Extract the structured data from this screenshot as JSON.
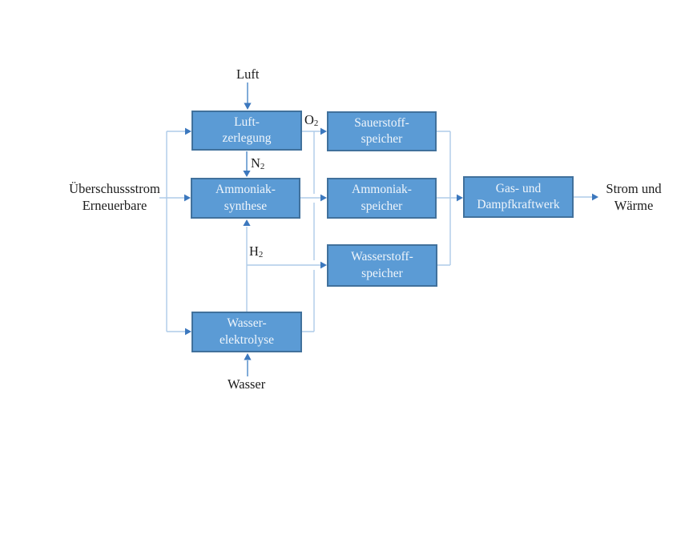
{
  "colors": {
    "box_fill": "#5B9BD5",
    "box_border": "#41719C",
    "box_text": "#EFF5FB",
    "line_light": "#AECBE8",
    "line_medium": "#6096CE",
    "arrowhead": "#3C78BE",
    "label_text": "#1C1C1C",
    "background": "#FFFFFF"
  },
  "boxes": {
    "luftzerlegung": {
      "line1": "Luft-",
      "line2": "zerlegung"
    },
    "ammoniaksynthese": {
      "line1": "Ammoniak-",
      "line2": "synthese"
    },
    "wasserelektrolyse": {
      "line1": "Wasser-",
      "line2": "elektrolyse"
    },
    "sauerstoffspeicher": {
      "line1": "Sauerstoff-",
      "line2": "speicher"
    },
    "ammoniakspeicher": {
      "line1": "Ammoniak-",
      "line2": "speicher"
    },
    "wasserstoffspeicher": {
      "line1": "Wasserstoff-",
      "line2": "speicher"
    },
    "kraftwerk": {
      "line1": "Gas- und",
      "line2": "Dampfkraftwerk"
    }
  },
  "labels": {
    "luft": "Luft",
    "wasser": "Wasser",
    "input": {
      "line1": "Überschussstrom",
      "line2": "Erneuerbare"
    },
    "output": {
      "line1": "Strom und",
      "line2": "Wärme"
    },
    "o2": {
      "base": "O",
      "sub": "2"
    },
    "n2": {
      "base": "N",
      "sub": "2"
    },
    "h2": {
      "base": "H",
      "sub": "2"
    }
  }
}
